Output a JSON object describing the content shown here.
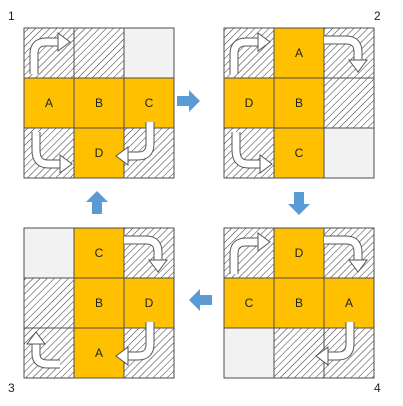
{
  "colors": {
    "orange": "#FFC000",
    "empty": "#F2F2F2",
    "hatch_bg": "#FFFFFF",
    "hatch_line": "#000000",
    "arrow_blue": "#5B9BD5",
    "border": "#4D4D4D"
  },
  "panels": [
    {
      "number": "1",
      "cells": [
        [
          "hatch",
          "hatch",
          "empty"
        ],
        [
          "orange",
          "orange",
          "orange"
        ],
        [
          "hatch",
          "orange",
          "hatch"
        ]
      ],
      "letters": [
        {
          "text": "A",
          "r": 1,
          "c": 0
        },
        {
          "text": "B",
          "r": 1,
          "c": 1
        },
        {
          "text": "C",
          "r": 1,
          "c": 2
        },
        {
          "text": "D",
          "r": 2,
          "c": 1
        }
      ],
      "arrows": [
        {
          "cell": [
            0,
            0
          ],
          "dir": "up-right"
        },
        {
          "cell": [
            2,
            0
          ],
          "dir": "up-right-bottom"
        },
        {
          "cell": [
            2,
            2
          ],
          "dir": "down-left"
        }
      ]
    },
    {
      "number": "2",
      "cells": [
        [
          "hatch",
          "orange",
          "hatch"
        ],
        [
          "orange",
          "orange",
          "hatch"
        ],
        [
          "hatch",
          "orange",
          "empty"
        ]
      ],
      "letters": [
        {
          "text": "A",
          "r": 0,
          "c": 1
        },
        {
          "text": "D",
          "r": 1,
          "c": 0
        },
        {
          "text": "B",
          "r": 1,
          "c": 1
        },
        {
          "text": "C",
          "r": 2,
          "c": 1
        }
      ],
      "arrows": [
        {
          "cell": [
            0,
            0
          ],
          "dir": "up-right"
        },
        {
          "cell": [
            0,
            2
          ],
          "dir": "right-down"
        },
        {
          "cell": [
            2,
            0
          ],
          "dir": "up-right-bottom"
        }
      ]
    },
    {
      "number": "3",
      "cells": [
        [
          "empty",
          "orange",
          "hatch"
        ],
        [
          "hatch",
          "orange",
          "orange"
        ],
        [
          "hatch",
          "orange",
          "hatch"
        ]
      ],
      "letters": [
        {
          "text": "C",
          "r": 0,
          "c": 1
        },
        {
          "text": "B",
          "r": 1,
          "c": 1
        },
        {
          "text": "D",
          "r": 1,
          "c": 2
        },
        {
          "text": "A",
          "r": 2,
          "c": 1
        }
      ],
      "arrows": [
        {
          "cell": [
            0,
            2
          ],
          "dir": "right-down"
        },
        {
          "cell": [
            2,
            0
          ],
          "dir": "up-left"
        },
        {
          "cell": [
            2,
            2
          ],
          "dir": "down-left"
        }
      ]
    },
    {
      "number": "4",
      "cells": [
        [
          "hatch",
          "orange",
          "hatch"
        ],
        [
          "orange",
          "orange",
          "orange"
        ],
        [
          "empty",
          "hatch",
          "hatch"
        ]
      ],
      "letters": [
        {
          "text": "D",
          "r": 0,
          "c": 1
        },
        {
          "text": "C",
          "r": 1,
          "c": 0
        },
        {
          "text": "B",
          "r": 1,
          "c": 1
        },
        {
          "text": "A",
          "r": 1,
          "c": 2
        }
      ],
      "arrows": [
        {
          "cell": [
            0,
            0
          ],
          "dir": "up-right"
        },
        {
          "cell": [
            0,
            2
          ],
          "dir": "right-down"
        },
        {
          "cell": [
            2,
            2
          ],
          "dir": "down-left"
        }
      ]
    }
  ],
  "flow_arrows": [
    {
      "from": "1",
      "to": "2",
      "dir": "right"
    },
    {
      "from": "2",
      "to": "4",
      "dir": "down"
    },
    {
      "from": "4",
      "to": "3",
      "dir": "left"
    },
    {
      "from": "3",
      "to": "1",
      "dir": "up"
    }
  ]
}
